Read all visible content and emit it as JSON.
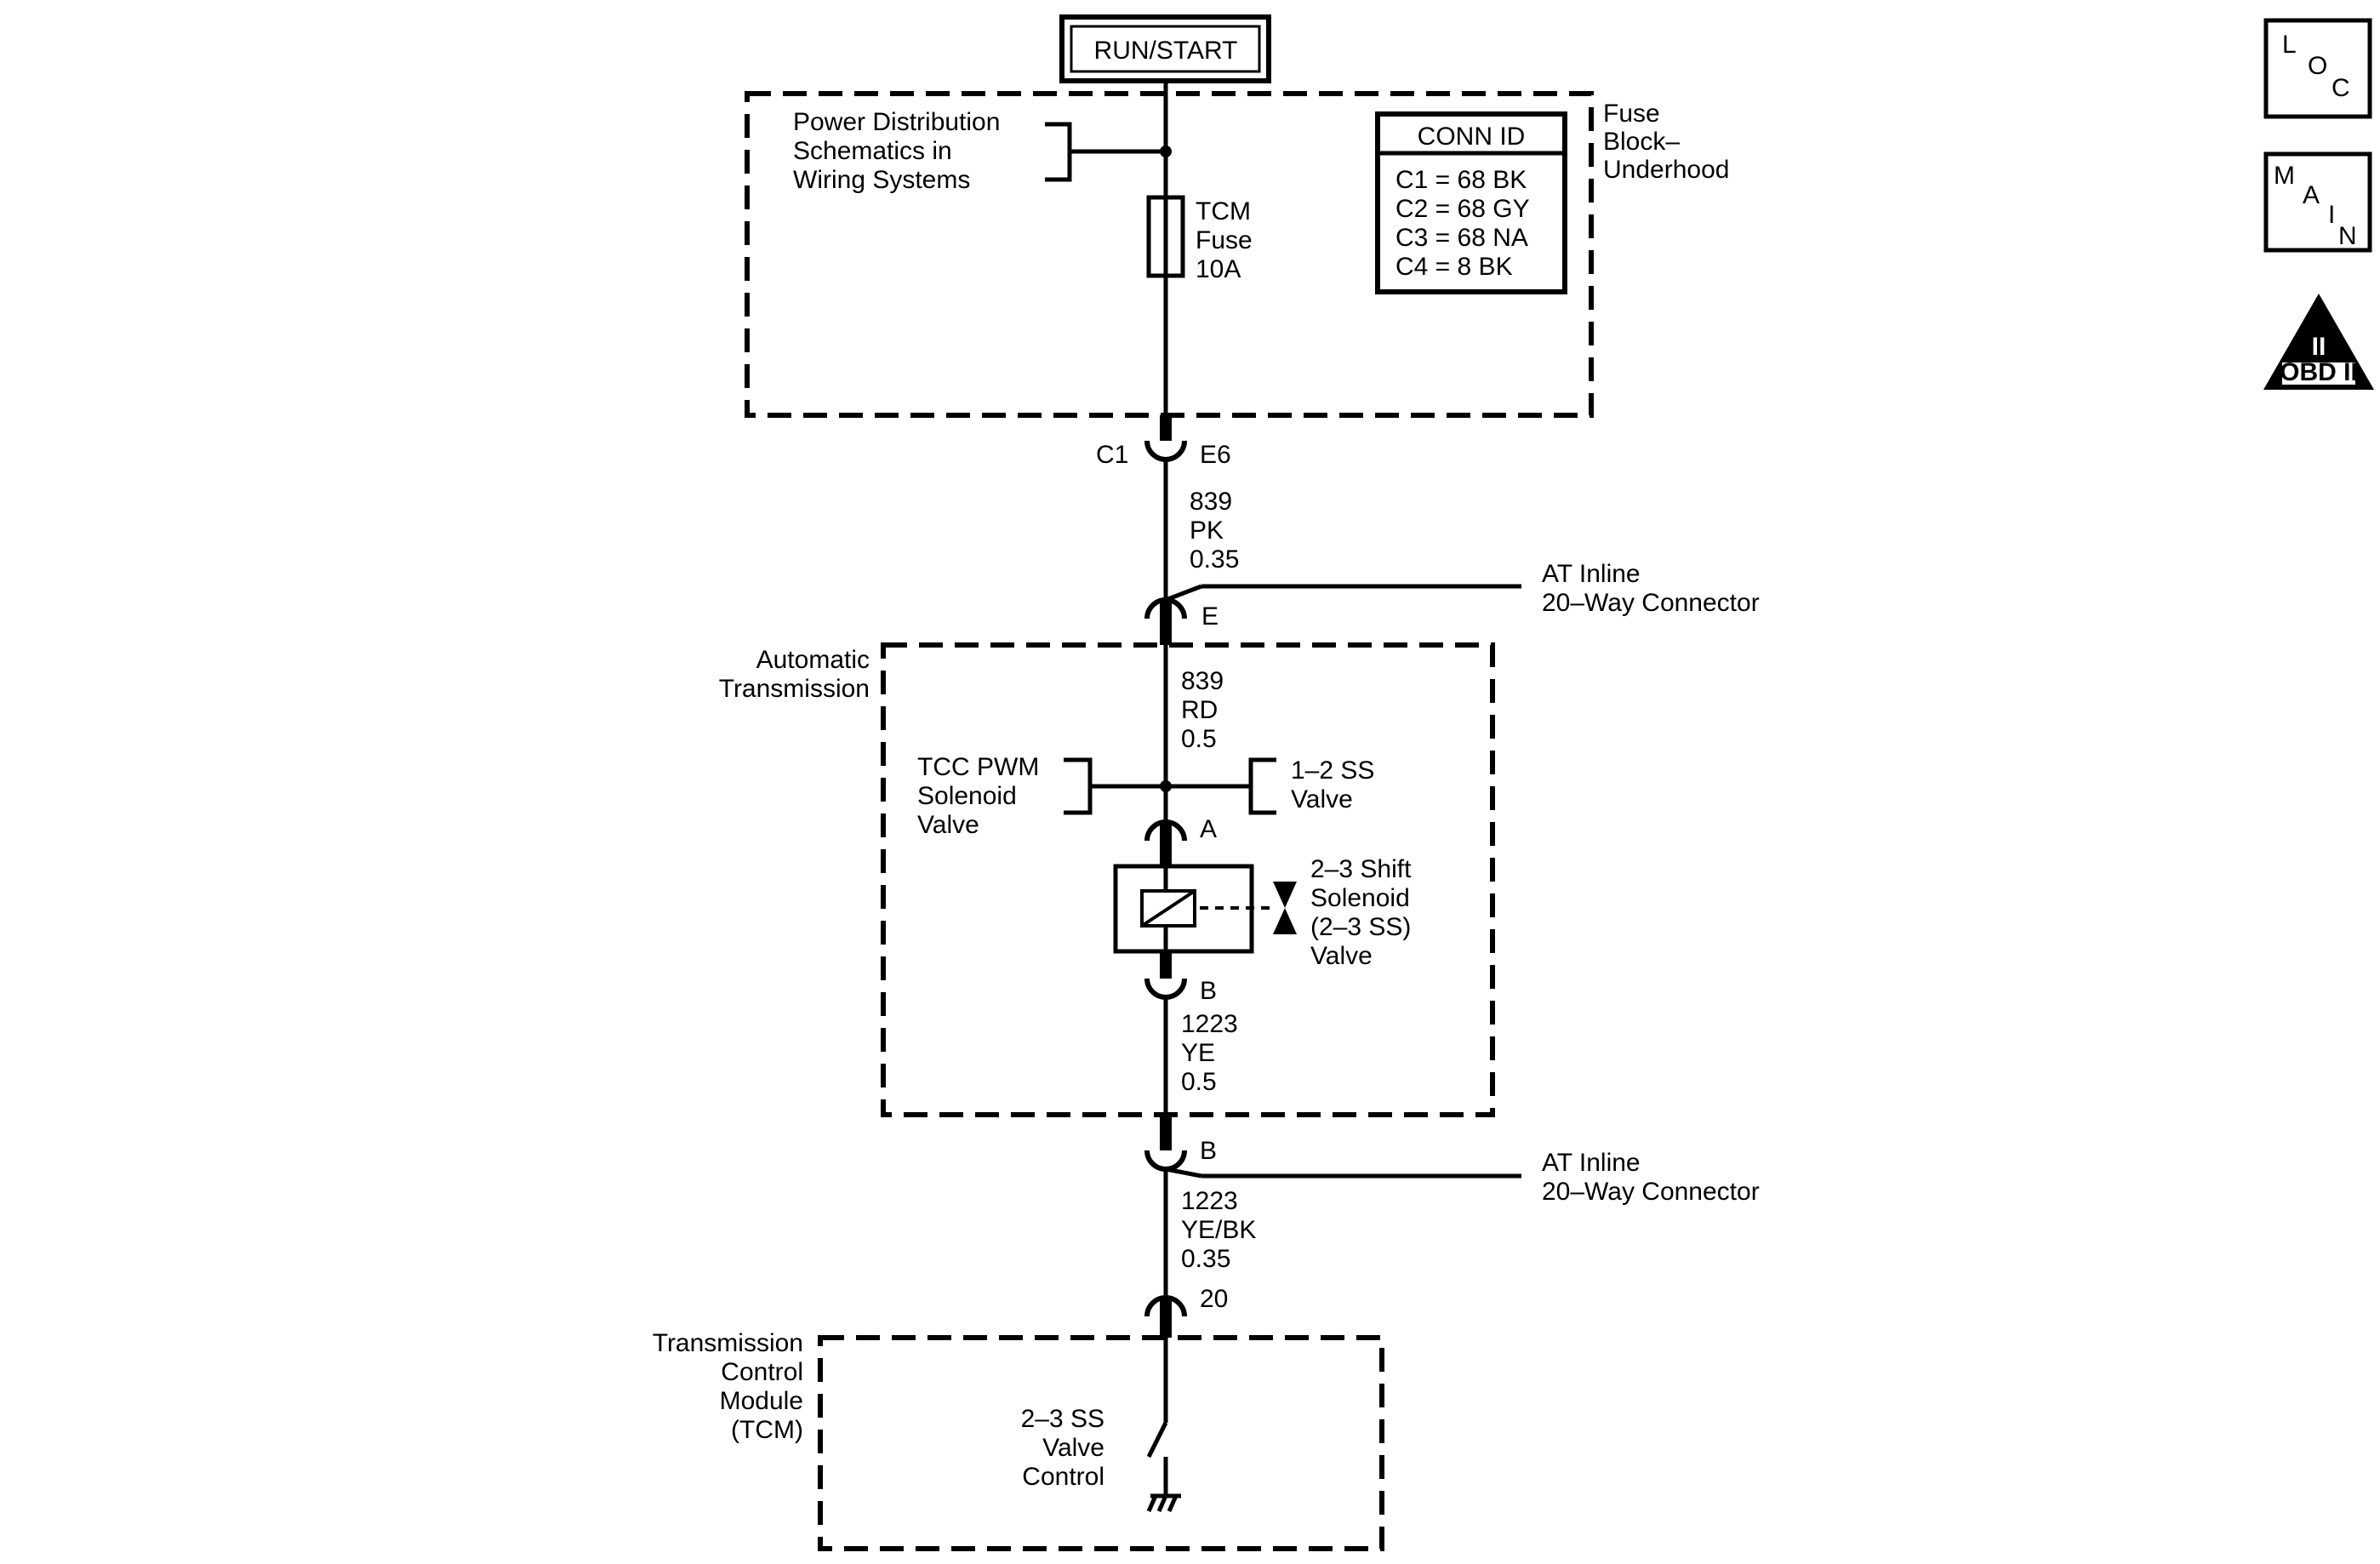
{
  "header": {
    "power_label": "RUN/START"
  },
  "fuse_block": {
    "label_lines": [
      "Fuse",
      "Block–",
      "Underhood"
    ],
    "power_dist_lines": [
      "Power Distribution",
      "Schematics in",
      "Wiring Systems"
    ],
    "fuse_lines": [
      "TCM",
      "Fuse",
      "10A"
    ],
    "conn_id": {
      "title": "CONN ID",
      "rows": [
        "C1 = 68 BK",
        "C2 = 68 GY",
        "C3 = 68 NA",
        "C4 = 8 BK"
      ]
    }
  },
  "connectors": {
    "c1_left": "C1",
    "c1_right": "E6",
    "inline_top_pin": "E",
    "pin_a": "A",
    "pin_b_solenoid": "B",
    "inline_bottom_pin": "B",
    "tcm_pin": "20"
  },
  "wires": {
    "w1": [
      "839",
      "PK",
      "0.35"
    ],
    "w2": [
      "839",
      "RD",
      "0.5"
    ],
    "w3": [
      "1223",
      "YE",
      "0.5"
    ],
    "w4": [
      "1223",
      "YE/BK",
      "0.35"
    ]
  },
  "inline_connector": {
    "top_lines": [
      "AT Inline",
      "20–Way Connector"
    ],
    "bottom_lines": [
      "AT Inline",
      "20–Way Connector"
    ]
  },
  "transmission": {
    "label_lines": [
      "Automatic",
      "Transmission"
    ],
    "tcc_lines": [
      "TCC PWM",
      "Solenoid",
      "Valve"
    ],
    "ss12_lines": [
      "1–2 SS",
      "Valve"
    ],
    "ss23_lines": [
      "2–3 Shift",
      "Solenoid",
      "(2–3 SS)",
      "Valve"
    ]
  },
  "tcm": {
    "label_lines": [
      "Transmission",
      "Control",
      "Module",
      "(TCM)"
    ],
    "control_lines": [
      "2–3 SS",
      "Valve",
      "Control"
    ]
  },
  "side_icons": {
    "loc": [
      "L",
      "O",
      "C"
    ],
    "main": [
      "M",
      "A",
      "I",
      "N"
    ],
    "obd_numeral": "II",
    "obd_label": "OBD II"
  }
}
